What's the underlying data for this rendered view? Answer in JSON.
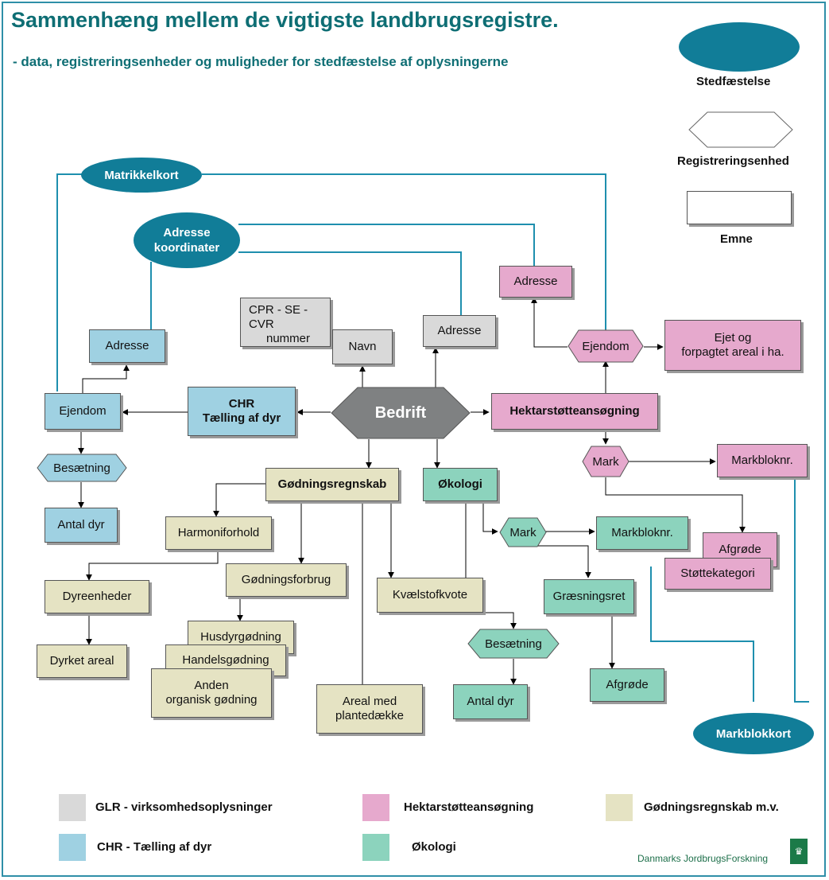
{
  "title": "Sammenhæng mellem de vigtigste landbrugsregistre.",
  "subtitle": "- data, registreringsenheder og muligheder for stedfæstelse af oplysningerne",
  "key": {
    "stedfaestelse": "Stedfæstelse",
    "registreringsenhed": "Registreringsenhed",
    "emne": "Emne"
  },
  "ovals": {
    "matrikelkort": "Matrikkelkort",
    "adresse_koordinater_1": "Adresse",
    "adresse_koordinater_2": "koordinater",
    "markblokkort": "Markblokkort"
  },
  "hub": "Bedrift",
  "gray": {
    "cpr_1": "CPR - SE - CVR",
    "cpr_2": "nummer",
    "navn": "Navn",
    "adresse": "Adresse"
  },
  "blue": {
    "adresse": "Adresse",
    "ejendom": "Ejendom",
    "chr_1": "CHR",
    "chr_2": "Tælling af dyr",
    "besaetning": "Besætning",
    "antal_dyr": "Antal dyr"
  },
  "pink": {
    "adresse": "Adresse",
    "ejendom": "Ejendom",
    "ejet_1": "Ejet og",
    "ejet_2": "forpagtet areal i ha.",
    "hektar": "Hektarstøtteansøgning",
    "mark": "Mark",
    "markbloknr": "Markbloknr.",
    "afgroede": "Afgrøde",
    "stoettekategori": "Støttekategori"
  },
  "tan": {
    "goedningsregnskab": "Gødningsregnskab",
    "harmoniforhold": "Harmoniforhold",
    "dyreenheder": "Dyreenheder",
    "dyrket_areal": "Dyrket areal",
    "goedningsforbrug": "Gødningsforbrug",
    "husdyrgoedning": "Husdyrgødning",
    "handelsgoedning": "Handelsgødning",
    "anden_1": "Anden",
    "anden_2": "organisk gødning",
    "kvaelstofkvote": "Kvælstofkvote",
    "areal_1": "Areal med",
    "areal_2": "plantedække"
  },
  "green": {
    "oekologi": "Økologi",
    "mark": "Mark",
    "markbloknr": "Markbloknr.",
    "graesningsret": "Græsningsret",
    "besaetning": "Besætning",
    "antal_dyr": "Antal dyr",
    "afgroede": "Afgrøde"
  },
  "legend": [
    {
      "label": "GLR - virksomhedsoplysninger",
      "color": "#d9d9d9"
    },
    {
      "label": "Hektarstøtteansøgning",
      "color": "#e6a9cd"
    },
    {
      "label": "Gødningsregnskab m.v.",
      "color": "#e5e3c3"
    },
    {
      "label": "CHR - Tælling af dyr",
      "color": "#9fd1e2"
    },
    {
      "label": "Økologi",
      "color": "#8cd3bd"
    }
  ],
  "credit": "Danmarks JordbrugsForskning",
  "colors": {
    "teal": "#117d98",
    "line": "#1e8fae",
    "title": "#0e6e74"
  }
}
